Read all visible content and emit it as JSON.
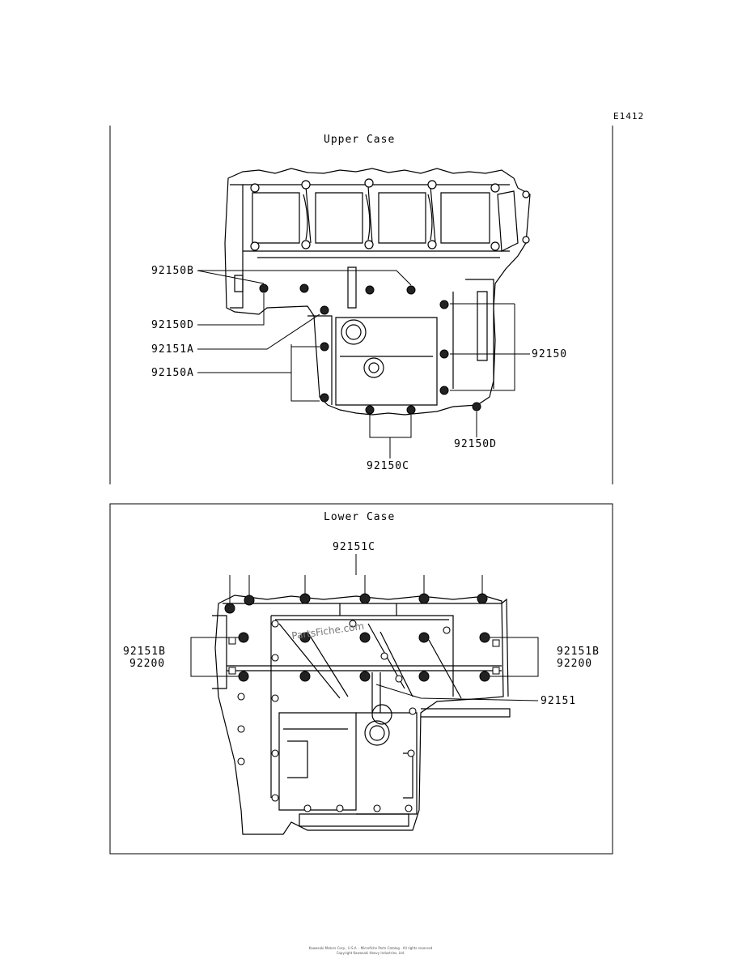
{
  "diagram_id": "E1412",
  "upper": {
    "title": "Upper Case",
    "labels": {
      "p92150B": "92150B",
      "p92150D_left": "92150D",
      "p92151A": "92151A",
      "p92150A": "92150A",
      "p92150": "92150",
      "p92150D_right": "92150D",
      "p92150C": "92150C"
    }
  },
  "lower": {
    "title": "Lower Case",
    "labels": {
      "p92151C": "92151C",
      "p92151B_left": "92151B",
      "p92200_left": "92200",
      "p92151B_right": "92151B",
      "p92200_right": "92200",
      "p92151": "92151"
    },
    "watermark": "PartsFiche.com"
  },
  "footer": {
    "line1": "Kawasaki Motors Corp., U.S.A. · Microfiche Parts Catalog · All rights reserved",
    "line2": "Copyright Kawasaki Heavy Industries, Ltd."
  }
}
